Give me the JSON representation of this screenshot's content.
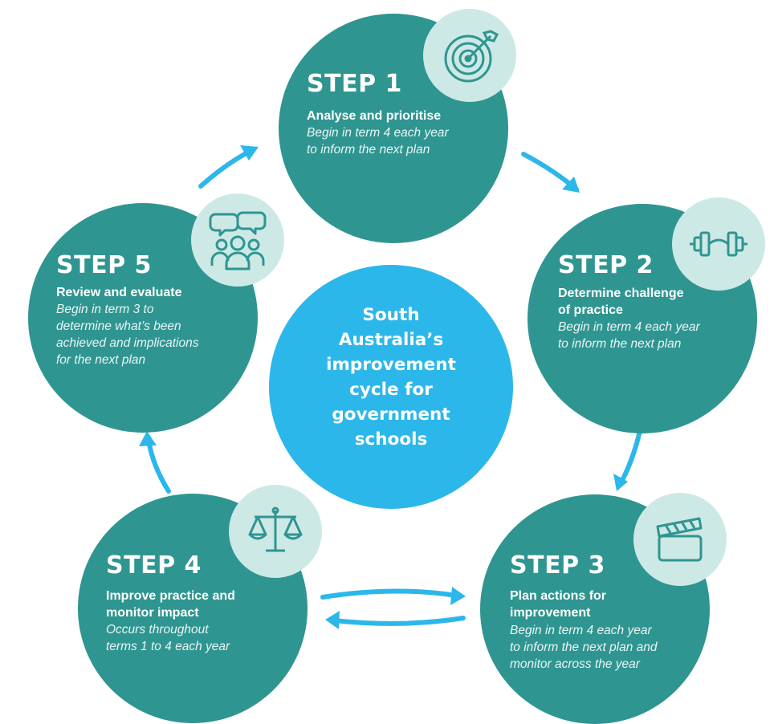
{
  "colors": {
    "step_circle": "#2f9591",
    "center_circle": "#2cb7ea",
    "icon_badge": "#cde9e6",
    "icon_stroke": "#2f9591",
    "arrow": "#2cb7ea"
  },
  "center": {
    "title_lines": [
      "South",
      "Australia’s",
      "improvement",
      "cycle for",
      "government",
      "schools"
    ]
  },
  "steps": [
    {
      "title": "STEP 1",
      "heading_lines": [
        "Analyse and prioritise"
      ],
      "description_lines": [
        "Begin in term 4 each year",
        "to inform the next plan"
      ],
      "icon": "target-icon"
    },
    {
      "title": "STEP 2",
      "heading_lines": [
        "Determine challenge",
        "of practice"
      ],
      "description_lines": [
        "Begin in term 4 each year",
        "to inform the next plan"
      ],
      "icon": "dumbbell-icon"
    },
    {
      "title": "STEP 3",
      "heading_lines": [
        "Plan actions for",
        "improvement"
      ],
      "description_lines": [
        "Begin in term 4 each year",
        "to inform the next plan and",
        "monitor across the year"
      ],
      "icon": "clapperboard-icon"
    },
    {
      "title": "STEP 4",
      "heading_lines": [
        "Improve practice and",
        "monitor impact"
      ],
      "description_lines": [
        "Occurs throughout",
        "terms 1 to 4 each year"
      ],
      "icon": "scales-icon"
    },
    {
      "title": "STEP 5",
      "heading_lines": [
        "Review and evaluate"
      ],
      "description_lines": [
        "Begin in term 3 to",
        "determine what’s been",
        "achieved and implications",
        "for the next plan"
      ],
      "icon": "group-discussion-icon"
    }
  ]
}
